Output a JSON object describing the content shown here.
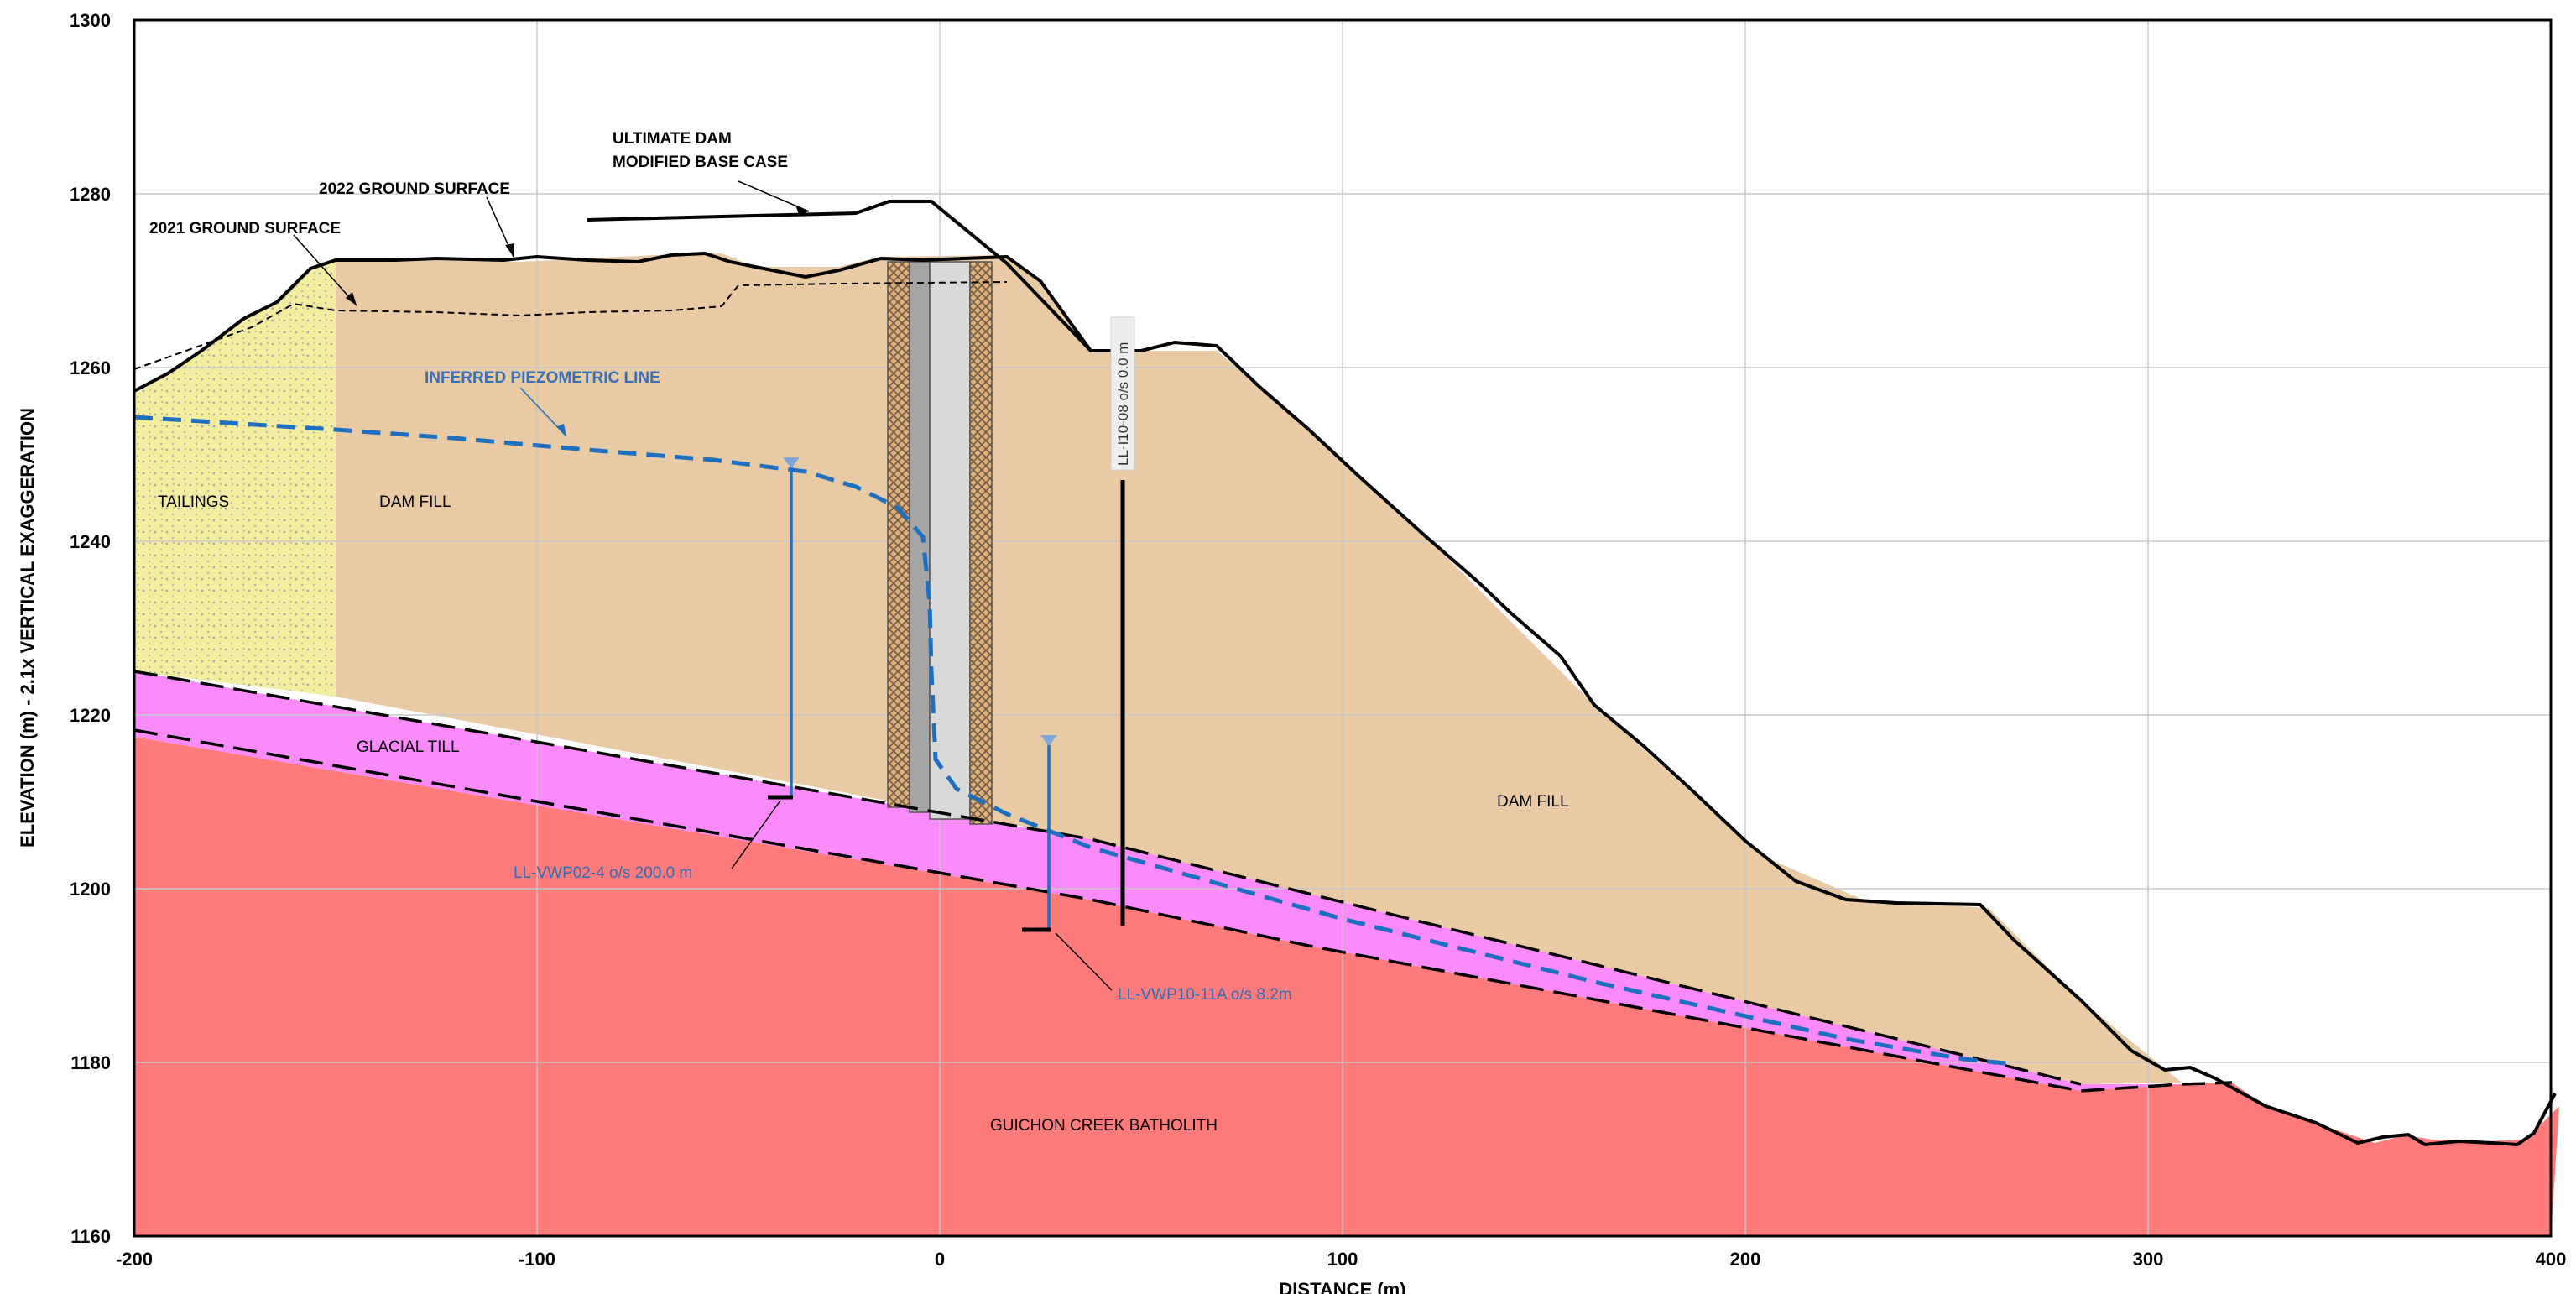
{
  "axes": {
    "x_title": "DISTANCE (m)",
    "y_title": "ELEVATION (m) - 2.1x VERTICAL EXAGGERATION",
    "x_ticks": [
      "-200",
      "-100",
      "0",
      "100",
      "200",
      "300",
      "400"
    ],
    "y_ticks": [
      "1300",
      "1280",
      "1260",
      "1240",
      "1220",
      "1200",
      "1180",
      "1160"
    ]
  },
  "units": {
    "tailings": "TAILINGS",
    "dam_fill_left": "DAM FILL",
    "dam_fill_right": "DAM FILL",
    "glacial_till": "GLACIAL TILL",
    "bedrock": "GUICHON CREEK BATHOLITH"
  },
  "annotations": {
    "ultimate_dam_line1": "ULTIMATE DAM",
    "ultimate_dam_line2": "MODIFIED BASE CASE",
    "ground_2022": "2022 GROUND SURFACE",
    "ground_2021": "2021 GROUND SURFACE",
    "piezometric_line": "INFERRED PIEZOMETRIC LINE"
  },
  "instruments": {
    "vwp02": "LL-VWP02-4 o/s 200.0 m",
    "vwp10": "LL-VWP10-11A o/s 8.2m",
    "inclinometer": "LL-I10-08 o/s 0.0 m"
  },
  "colors": {
    "tailings": "#f3eda0",
    "dam_fill": "#e8caa4",
    "glacial_till": "#fb8afb",
    "bedrock": "#ff7b7b",
    "piezometric": "#1e6fc0",
    "grid": "#c8c8c8"
  }
}
